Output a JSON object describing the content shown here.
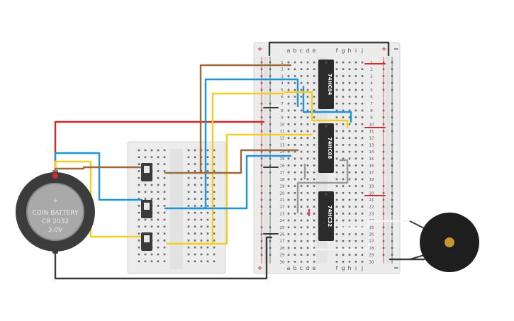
{
  "breadboard_main": {
    "column_letters_left": [
      "a",
      "b",
      "c",
      "d",
      "e"
    ],
    "column_letters_right": [
      "f",
      "g",
      "h",
      "i",
      "j"
    ],
    "rows": [
      "1",
      "2",
      "3",
      "4",
      "5",
      "6",
      "7",
      "8",
      "9",
      "10",
      "11",
      "12",
      "13",
      "14",
      "15",
      "16",
      "17",
      "18",
      "19",
      "20",
      "21",
      "22",
      "23",
      "24",
      "25",
      "26",
      "27",
      "28",
      "29",
      "30"
    ],
    "rail_plus": "+",
    "rail_minus": "−"
  },
  "chips": [
    {
      "label": "74HC04"
    },
    {
      "label": "74HC08"
    },
    {
      "label": "74HC32"
    }
  ],
  "battery": {
    "line1": "COIN BATTERY",
    "line2": "CR 2032",
    "line3": "3.0V",
    "plus": "+"
  },
  "colors": {
    "red_wire": "#d62a2a",
    "black_wire": "#3a3a3a",
    "blue_wire": "#1e93d6",
    "yellow_wire": "#f2cf1f",
    "brown_wire": "#9c6a3a",
    "gray_wire": "#9a9a9a",
    "white_wire": "#f5f5f5",
    "chip": "#2b2b2b",
    "breadboard": "#ececec",
    "buzzer": "#1e1e1e",
    "buzzer_center": "#c8962f"
  },
  "components": {
    "switches": [
      "switch-1",
      "switch-2",
      "switch-3"
    ],
    "buzzer": "piezo-buzzer"
  }
}
